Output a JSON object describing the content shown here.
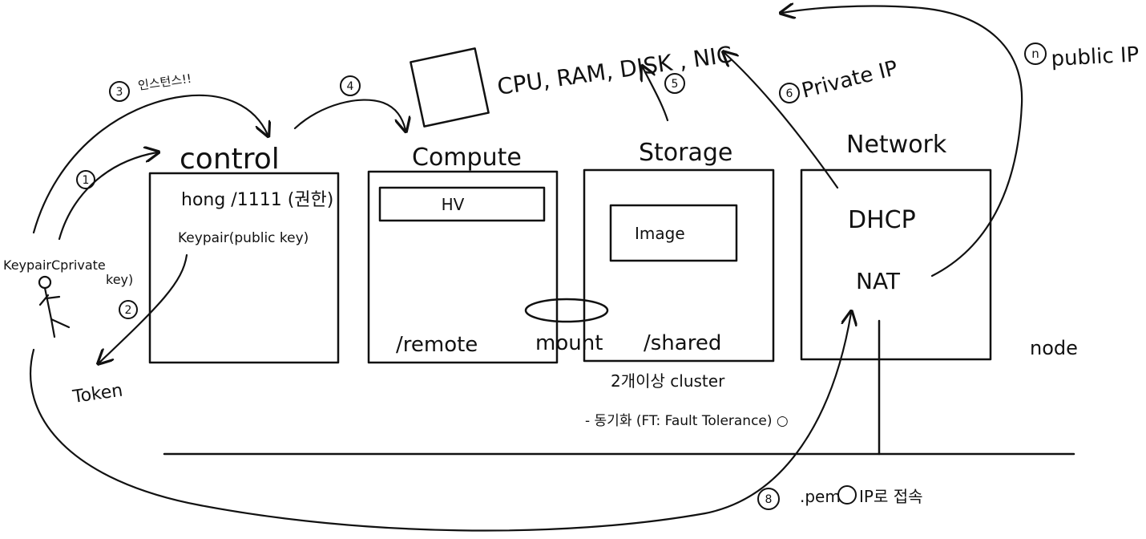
{
  "labels": {
    "title_resources": "CPU, RAM, DISK , NIC",
    "step_2_instance": "인스턴스!!",
    "private_ip": "Private IP",
    "public_ip": "public IP"
  },
  "steps": {
    "s1": "1",
    "s2": "2",
    "s3": "3",
    "s4": "4",
    "s5": "5",
    "s6": "6",
    "s7": "n",
    "s8": "8"
  },
  "nodes": {
    "control": {
      "title": "control",
      "user": "hong /1111 (권한)",
      "keypair": "Keypair(public key)"
    },
    "compute": {
      "title": "Compute",
      "hv": "HV",
      "remote": "/remote"
    },
    "storage": {
      "title": "Storage",
      "image": "Image",
      "shared": "/shared"
    },
    "network": {
      "title": "Network",
      "dhcp": "DHCP",
      "nat": "NAT"
    }
  },
  "user": {
    "keypair_line1": "KeypairCprivate",
    "keypair_line2": "key)",
    "token": "Token"
  },
  "mount": "mount",
  "node_label": "node",
  "cluster": "2개이상 cluster",
  "sync": "- 동기화 (FT: Fault Tolerance) ○",
  "bottom_note": ".pem",
  "bottom_note2": "IP로 접속"
}
